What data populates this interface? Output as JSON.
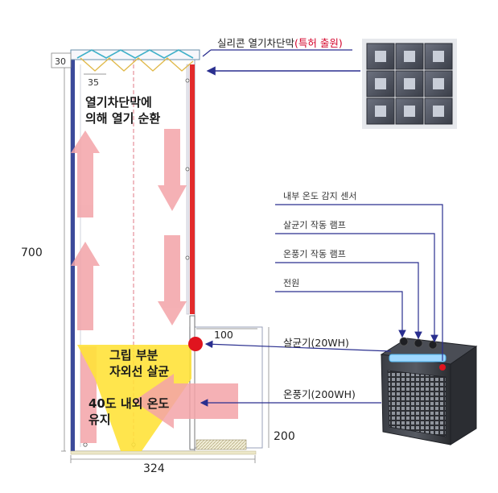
{
  "dimensions": {
    "top_band": "30",
    "spacing": "35",
    "height": "700",
    "width": "324",
    "lower_width": "100",
    "lower_height": "200"
  },
  "labels": {
    "film_title": "실리콘 열기차단막",
    "film_patent": "(특허 출원)",
    "circulation_1": "열기차단막에",
    "circulation_2": "의해 열기 순환",
    "grip_1": "그립 부분",
    "grip_2": "자외선 살균",
    "temp_1": "40도 내외 온도",
    "temp_2": "유지",
    "sensor": "내부 온도 감지 센서",
    "sterilizer_lamp": "살균기 작동 램프",
    "heater_lamp": "온풍기 작동 램프",
    "power": "전원",
    "sterilizer": "살균기(20WH)",
    "heater": "온풍기(200WH)"
  },
  "colors": {
    "leader_line": "#2a2f8f",
    "patent_text": "#d4002a",
    "arrow_fill": "#f3a3a8",
    "uv_fill": "#ffe23a",
    "cabinet_frame": "#3b4a9a",
    "lamp_red": "#e0141e"
  }
}
